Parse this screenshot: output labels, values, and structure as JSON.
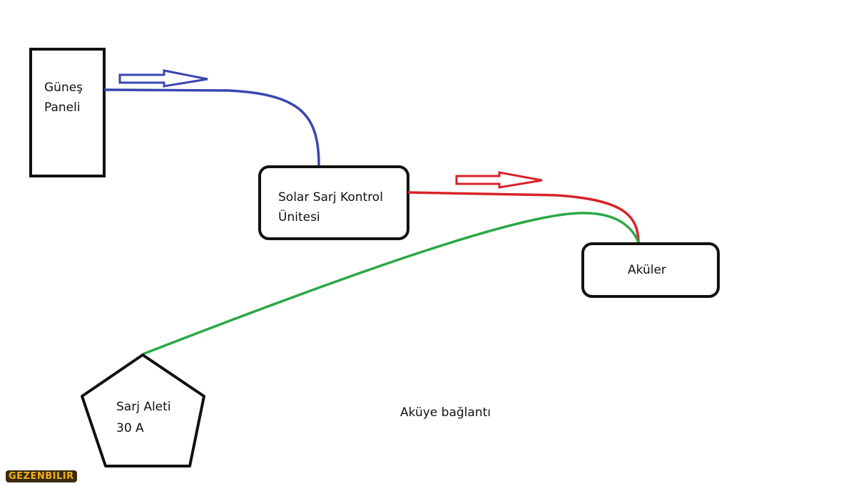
{
  "nodes": {
    "solar_panel": {
      "line1": "Güneş",
      "line2": "Paneli"
    },
    "charge_controller": {
      "line1": "Solar Sarj Kontrol",
      "line2": "Ünitesi"
    },
    "batteries": {
      "label": "Aküler"
    },
    "charger": {
      "line1": "Sarj Aleti",
      "line2": "30 A"
    }
  },
  "annotation": "Aküye bağlantı",
  "watermark": "GEZENBILIR",
  "colors": {
    "panel_to_controller": "#3a46b0",
    "controller_to_battery": "#d8232a",
    "charger_to_battery": "#2aa845"
  }
}
